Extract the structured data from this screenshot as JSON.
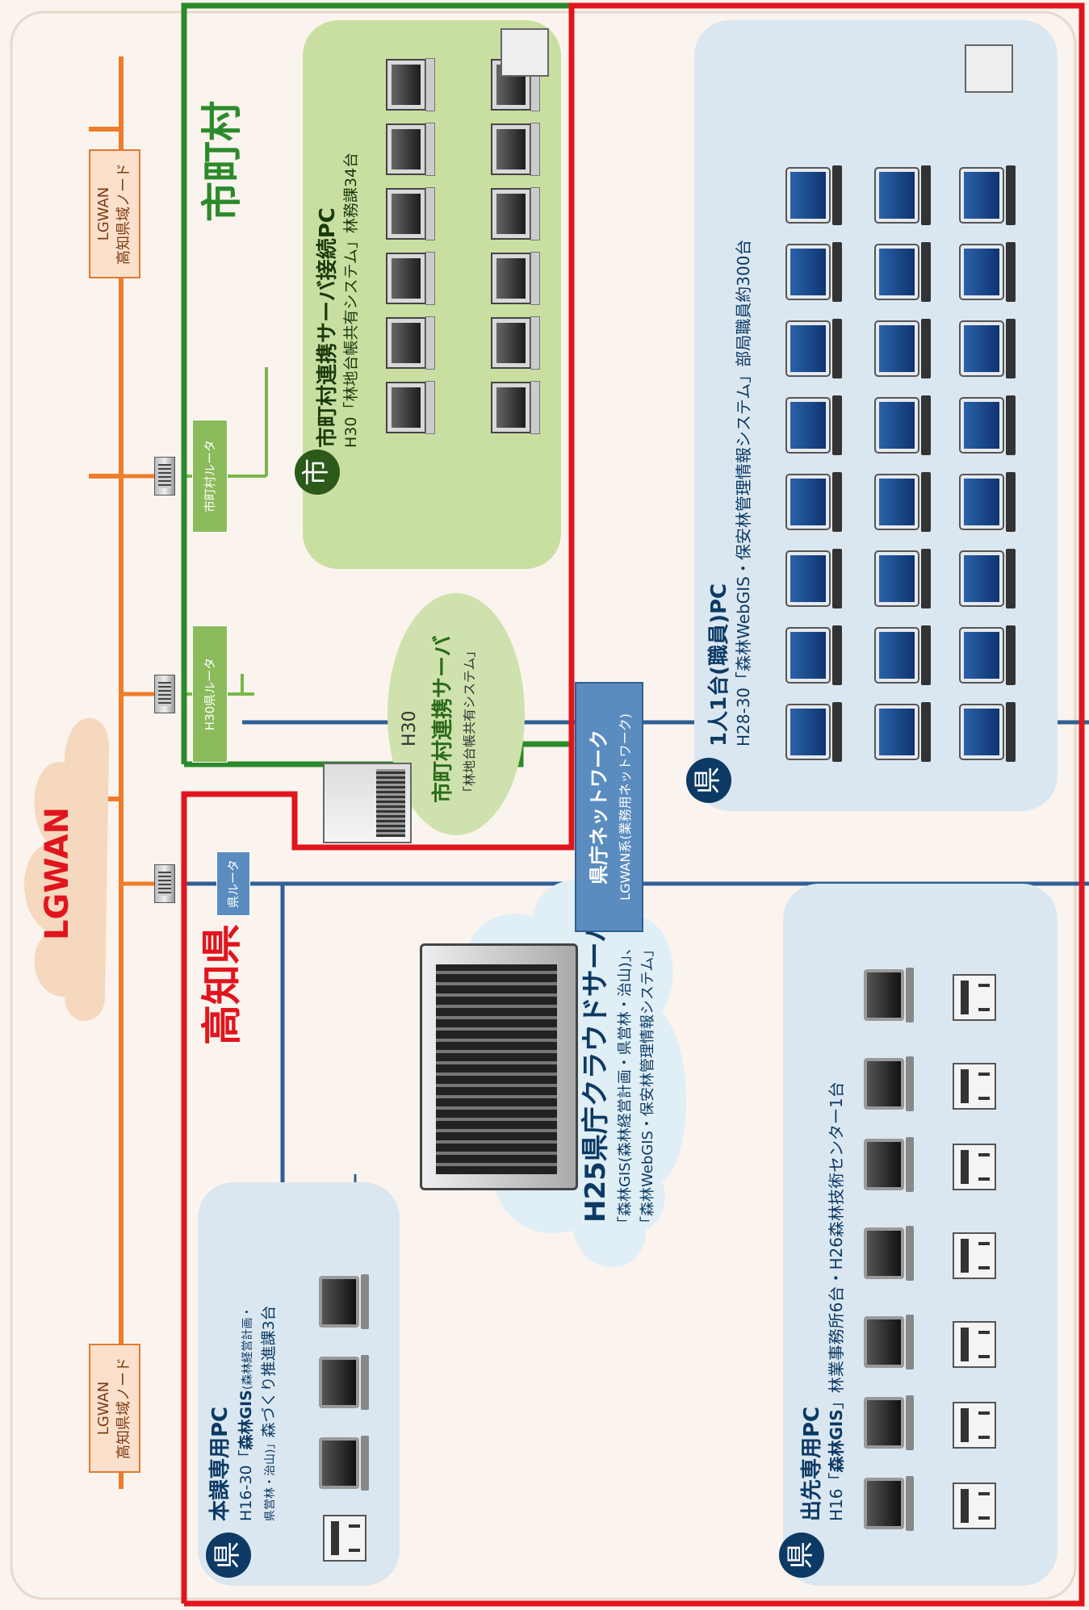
{
  "colors": {
    "lgwan_line": "#ee7d2a",
    "pref_line": "#2f5f94",
    "muni_line": "#7ab648",
    "pref_border": "#e0151e",
    "muni_border": "#2b8a2b",
    "pref_panel": "#dbe7f0",
    "muni_panel": "#c9dfa2"
  },
  "lgwan": {
    "title": "LGWAN",
    "node_left": {
      "line1": "LGWAN",
      "line2": "高知県域ノード"
    },
    "node_right": {
      "line1": "LGWAN",
      "line2": "高知県域ノード"
    }
  },
  "routers": {
    "pref": "県ルータ",
    "h30": "H30県ルータ",
    "muni": "市町村ルータ"
  },
  "regions": {
    "pref_title": "高知県",
    "muni_title": "市町村"
  },
  "badges": {
    "pref": "県",
    "muni": "市"
  },
  "network": {
    "title": "県庁ネットワーク",
    "subtitle": "LGWAN系(業務用ネットワーク)"
  },
  "cloud_server": {
    "title": "H25県庁クラウドサーバ",
    "line1": "「森林GIS(森林経営計画・県営林・治山)」、",
    "line2": "「森林WebGIS・保安林管理情報システム」"
  },
  "muni_server": {
    "year": "H30",
    "title": "市町村連携サーバ",
    "system": "「林地台帳共有システム」"
  },
  "muni_pc": {
    "title": "市町村連携サーバ接続PC",
    "desc": "H30「林地台帳共有システム」林務課34台"
  },
  "honka_pc": {
    "title": "本課専用PC",
    "line1_a": "H16-30「",
    "line1_b": "森林GIS",
    "line1_c": "(森林経営計画・",
    "line2_a": "県営林・治山)」",
    "line2_b": "森づくり推進課3台"
  },
  "personal_pc": {
    "title": "1人1台(職員)PC",
    "desc": "H28-30「森林WebGIS・保安林管理情報システム」部局職員約300台"
  },
  "field_pc": {
    "title": "出先専用PC",
    "desc_a": "H16「",
    "desc_b": "森林GIS",
    "desc_c": "」林業事務所6台・H26森林技術センター1台"
  }
}
